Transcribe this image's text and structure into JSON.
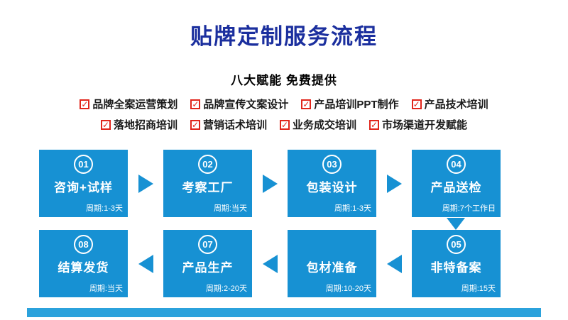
{
  "header": {
    "title": "贴牌定制服务流程",
    "subtitle": "八大赋能  免费提供"
  },
  "icons": {
    "checkmark": "✓"
  },
  "benefits": {
    "row1": [
      {
        "label": "品牌全案运营策划"
      },
      {
        "label": "品牌宣传文案设计"
      },
      {
        "label": "产品培训PPT制作"
      },
      {
        "label": "产品技术培训"
      }
    ],
    "row2": [
      {
        "label": "落地招商培训"
      },
      {
        "label": "营销话术培训"
      },
      {
        "label": "业务成交培训"
      },
      {
        "label": "市场渠道开发赋能"
      }
    ]
  },
  "flow": {
    "row1": [
      {
        "number": "01",
        "title": "咨询+试样",
        "period": "周期:1-3天"
      },
      {
        "number": "02",
        "title": "考察工厂",
        "period": "周期:当天"
      },
      {
        "number": "03",
        "title": "包装设计",
        "period": "周期:1-3天"
      },
      {
        "number": "04",
        "title": "产品送检",
        "period": "周期:7个工作日"
      }
    ],
    "row2": [
      {
        "number": "08",
        "title": "结算发货",
        "period": "周期:当天"
      },
      {
        "number": "07",
        "title": "产品生产",
        "period": "周期:2-20天"
      },
      {
        "number": "",
        "title": "包材准备",
        "period": "周期:10-20天"
      },
      {
        "number": "05",
        "title": "非特备案",
        "period": "周期:15天"
      }
    ]
  },
  "colors": {
    "title": "#1b2f9e",
    "checkbox": "#e1251b",
    "box": "#1791d3",
    "strip": "#2ba2dc"
  }
}
